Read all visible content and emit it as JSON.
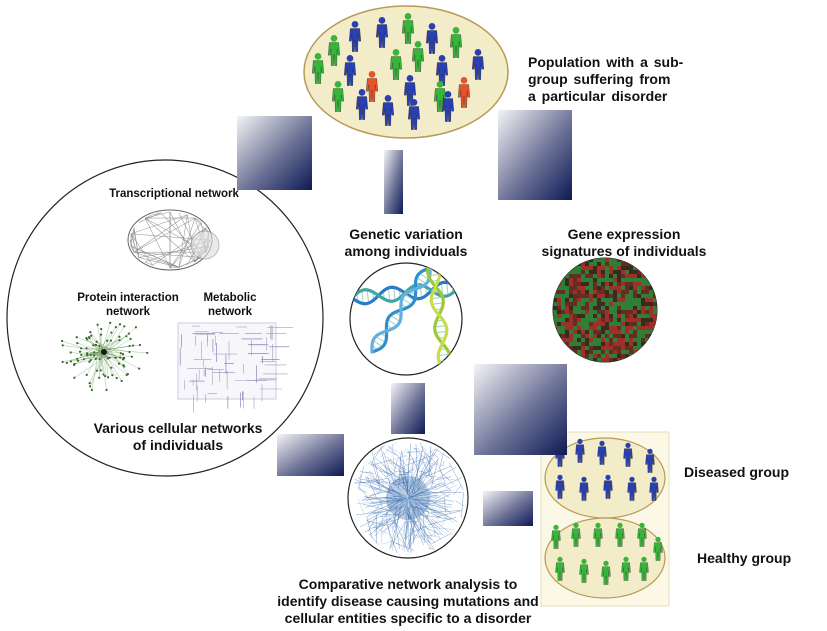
{
  "labels": {
    "population": [
      "Population with a sub-",
      "group suffering from",
      "a particular disorder"
    ],
    "genetic": [
      "Genetic variation",
      "among individuals"
    ],
    "expression": [
      "Gene expression",
      "signatures of individuals"
    ],
    "transcriptional": "Transcriptional network",
    "protein": [
      "Protein interaction",
      "network"
    ],
    "metabolic": [
      "Metabolic",
      "network"
    ],
    "various": [
      "Various cellular networks",
      "of individuals"
    ],
    "diseased": "Diseased group",
    "healthy": "Healthy group",
    "comparative": [
      "Comparative network analysis to",
      "identify disease causing mutations and",
      "cellular entities specific to a disorder"
    ]
  },
  "colors": {
    "blue_person": "#2a3fb0",
    "green_person": "#36b53a",
    "red_person": "#e5532a",
    "ellipse_fill": "#f3ecc9",
    "ellipse_stroke": "#b79a55",
    "block_dark": "#0e1a55",
    "block_light": "#f2f2f4"
  }
}
